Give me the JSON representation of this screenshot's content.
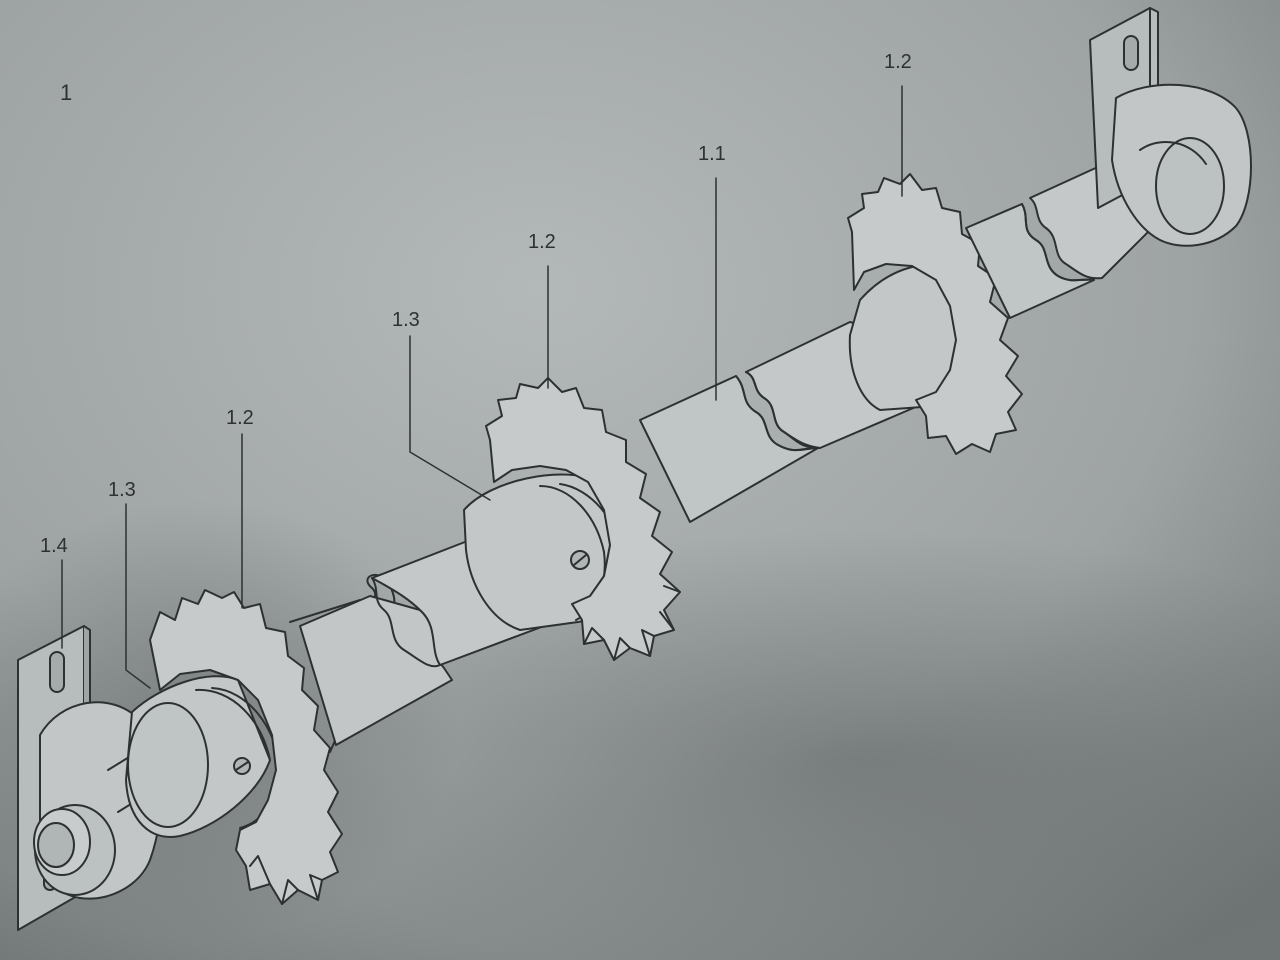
{
  "figure": {
    "number": "1",
    "colors": {
      "paper_light": "#b3b8b8",
      "paper_mid": "#9ea3a3",
      "paper_dark": "#6f7474",
      "ink": "#2e3131"
    }
  },
  "callouts": [
    {
      "id": "shaft-top",
      "text": "1.1"
    },
    {
      "id": "sprocket-right",
      "text": "1.2"
    },
    {
      "id": "sprocket-middle",
      "text": "1.2"
    },
    {
      "id": "sprocket-left",
      "text": "1.2"
    },
    {
      "id": "collar-middle",
      "text": "1.3"
    },
    {
      "id": "collar-left",
      "text": "1.3"
    },
    {
      "id": "bearing-left",
      "text": "1.4"
    }
  ]
}
